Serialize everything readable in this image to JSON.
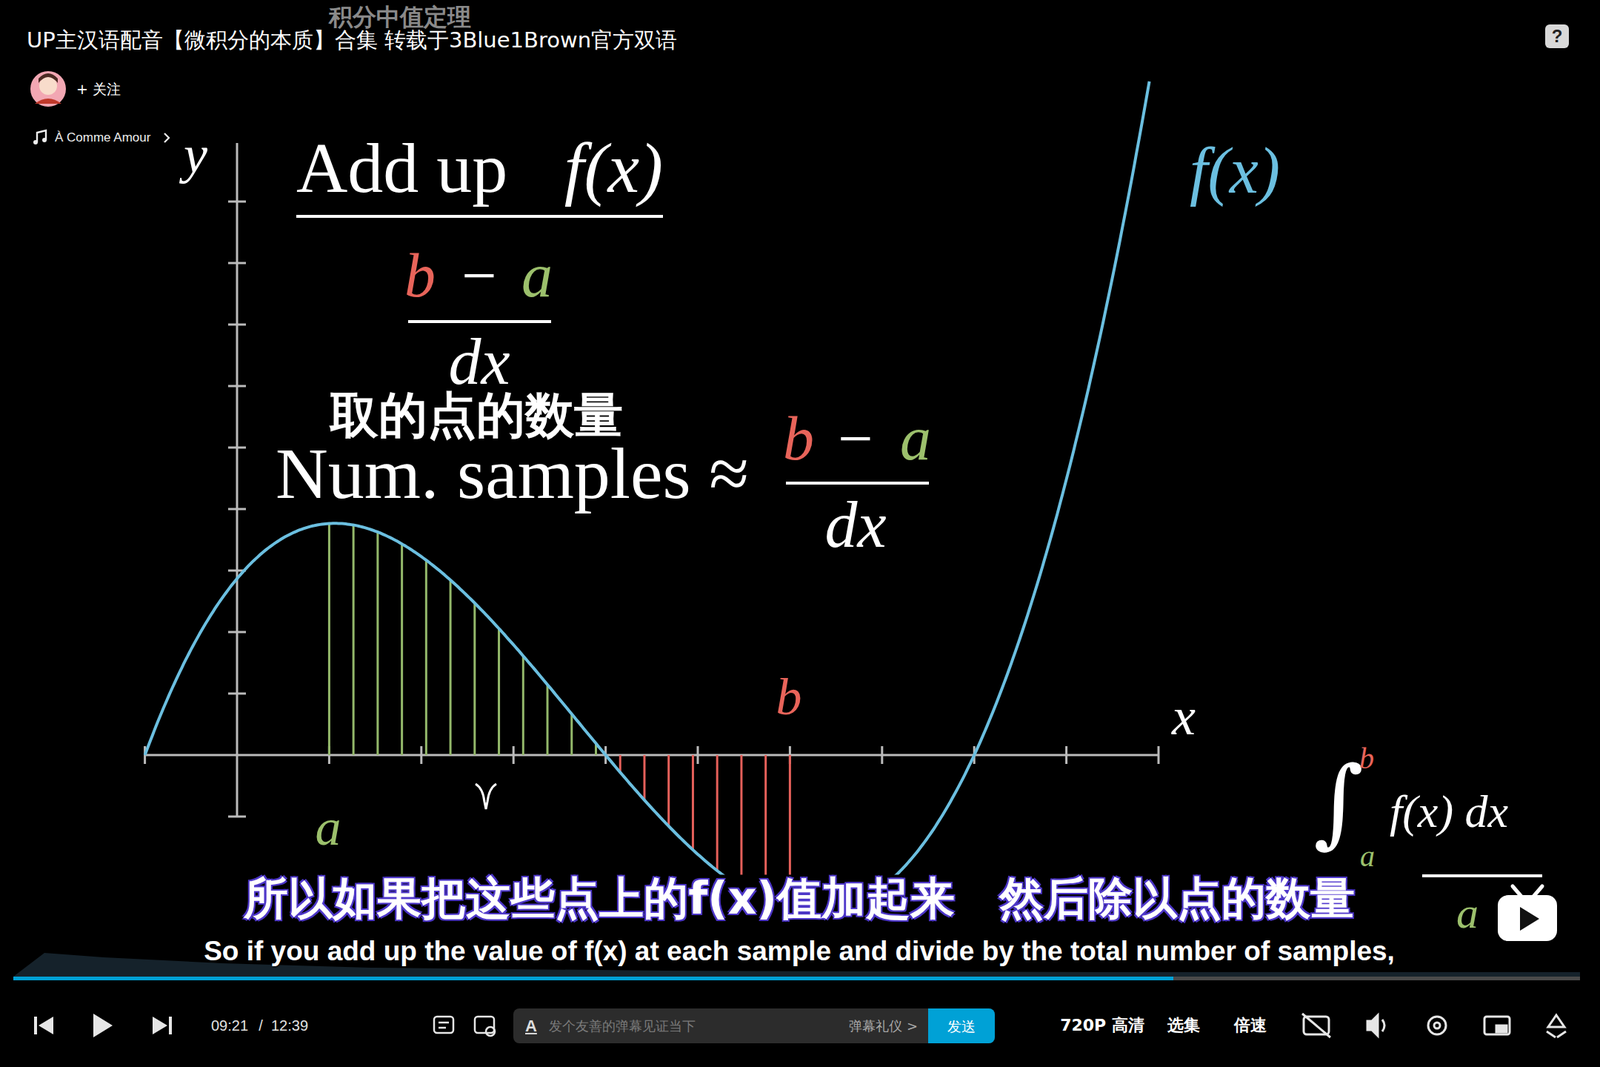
{
  "diagram": {
    "nodes": [
      {
        "text": [
          "?"
        ]
      },
      {
        "text": [
          "A",
          "发个友善的弹幕见证当下",
          "弹幕礼仪 >"
        ]
      },
      {
        "text": [
          "发送"
        ],
        "in": 1
      }
    ],
    "labels": [
      "积分中值定理",
      "UP主汉语配音【微积分的本质】合集 转载于3Blue1Brown官方双语",
      "+ 关注",
      "À Comme Amour",
      "y",
      "Add up",
      "f(x)",
      "b",
      "−",
      "a",
      "dx",
      "取的点的数量",
      "Num. samples ≈",
      "b",
      "−",
      "a",
      "dx",
      "f(x)",
      "x",
      "a",
      "b",
      "∫",
      "b",
      "a",
      "f(x) dx",
      "a",
      "所以如果把这些点上的f(x)值加起来　然后除以点的数量",
      "So if you add up the value of f(x) at each sample and divide by the total number of samples,",
      "09:21",
      "/",
      "12:39",
      "720P 高清",
      "选集",
      "倍速"
    ]
  }
}
